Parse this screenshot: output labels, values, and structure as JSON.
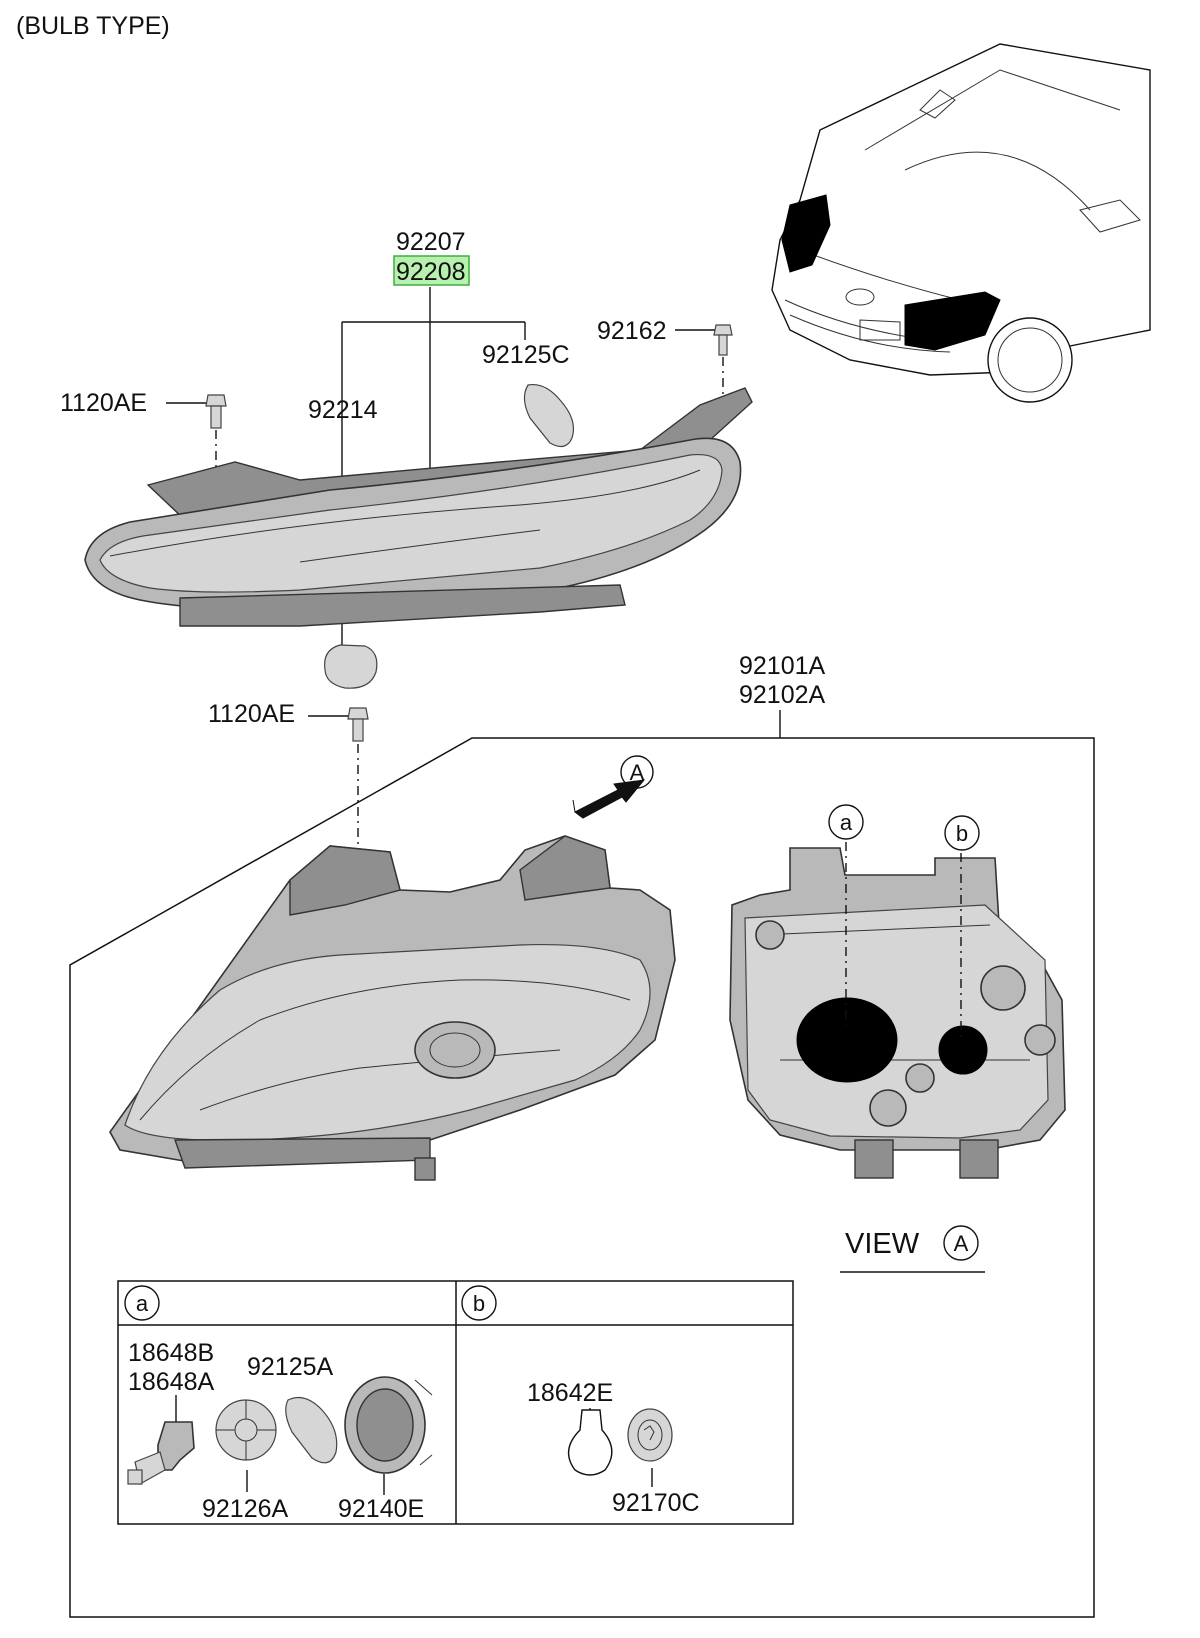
{
  "header": {
    "title": "(BULB TYPE)"
  },
  "colors": {
    "highlight_fill": "#b8f0b0",
    "highlight_stroke": "#3fae3f"
  },
  "callouts": {
    "p92207": "92207",
    "p92208": "92208",
    "p92125C": "92125C",
    "p92162": "92162",
    "p1120AE_top": "1120AE",
    "p92214": "92214",
    "p1120AE_mid": "1120AE",
    "p92101A": "92101A",
    "p92102A": "92102A"
  },
  "view": {
    "title": "VIEW",
    "marker": "A",
    "arrow_marker": "A",
    "socket_a_marker": "a",
    "socket_b_marker": "b"
  },
  "legend": {
    "col_a": {
      "marker": "a",
      "parts": {
        "p18648B": "18648B",
        "p18648A": "18648A",
        "p92125A": "92125A",
        "p92126A": "92126A",
        "p92140E": "92140E"
      }
    },
    "col_b": {
      "marker": "b",
      "parts": {
        "p18642E": "18642E",
        "p92170C": "92170C"
      }
    }
  }
}
